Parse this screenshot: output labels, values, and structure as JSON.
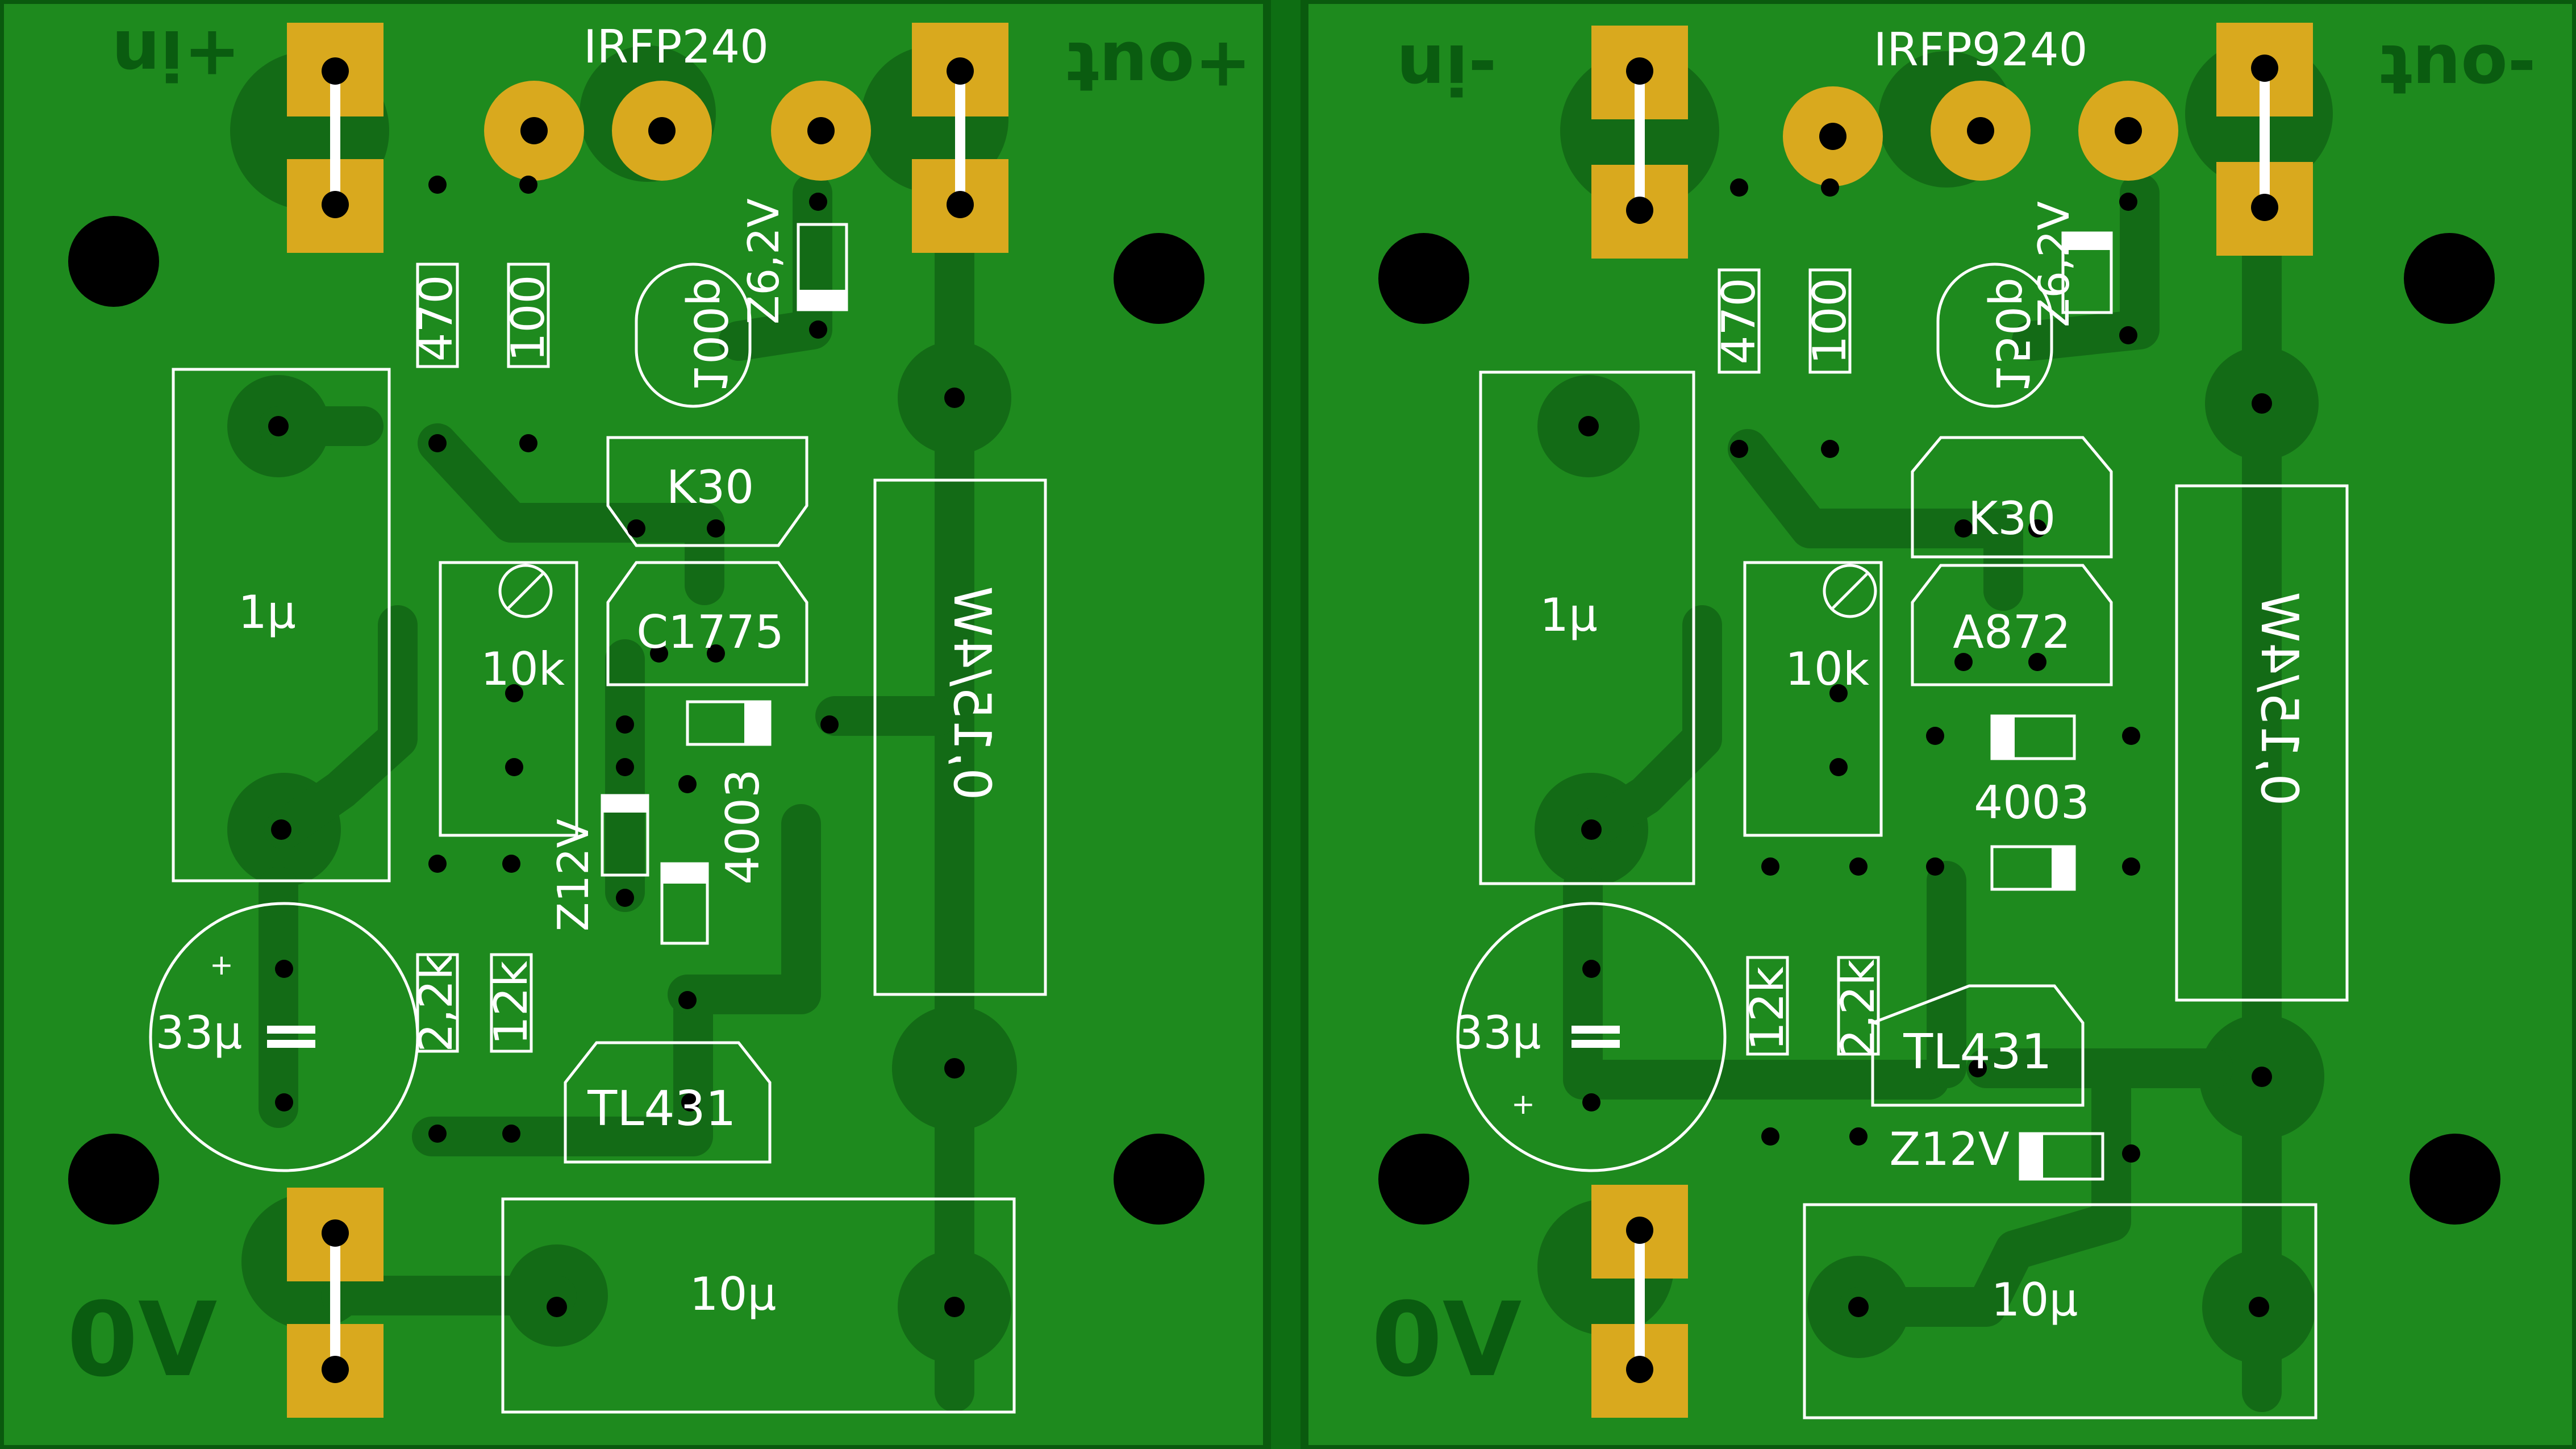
{
  "colors": {
    "board": "#1e8a1e",
    "copper": "#136b16",
    "copper_text": "#0a5c10",
    "edge": "#0a5a0e",
    "pad_gold": "#d9a91e",
    "silkscreen": "#ffffff",
    "drill": "#000000"
  },
  "boards": [
    {
      "id": "left",
      "copper_labels": {
        "in": "+in",
        "out": "+out",
        "gnd": "0V"
      },
      "labels": {
        "mosfet": "IRFP240",
        "r1": "470",
        "r2": "100",
        "cap_small": "100p",
        "zener_top": "Z6,2V",
        "transistor1": "K30",
        "transistor2": "C1775",
        "pot": "10k",
        "cap_big": "1µ",
        "diode_right": "4003",
        "zener_mid": "Z12V",
        "r_power": "0,15/4W",
        "r3": "2,2k",
        "r4": "12k",
        "electrolytic": "33µ",
        "electrolytic_plus": "+",
        "shunt": "TL431",
        "cap_bottom": "10µ"
      }
    },
    {
      "id": "right",
      "copper_labels": {
        "in": "-in",
        "out": "-out",
        "gnd": "0V"
      },
      "labels": {
        "mosfet": "IRFP9240",
        "r1": "470",
        "r2": "100",
        "cap_small": "150p",
        "zener_top": "Z6,2V",
        "transistor1": "K30",
        "transistor2": "A872",
        "pot": "10k",
        "cap_big": "1µ",
        "diode_right": "4003",
        "zener_mid": "Z12V",
        "r_power": "0,15/4W",
        "r3": "12k",
        "r4": "2,2k",
        "electrolytic": "33µ",
        "electrolytic_plus": "+",
        "shunt": "TL431",
        "cap_bottom": "10µ"
      }
    }
  ]
}
